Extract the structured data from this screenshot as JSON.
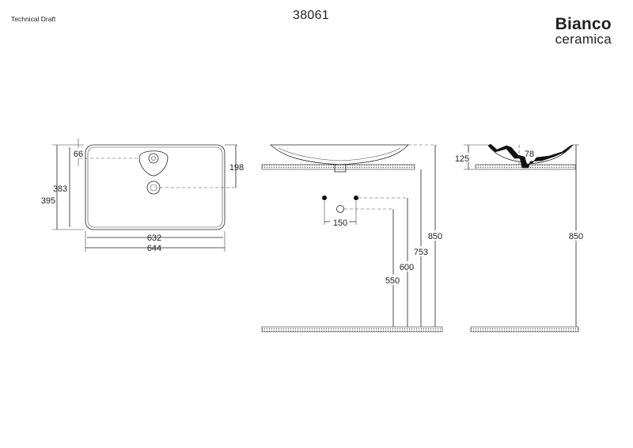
{
  "header": {
    "doc_label": "Technical Draft",
    "product_code": "38061",
    "brand_line1": "Bianco",
    "brand_line2": "ceramica"
  },
  "top_view": {
    "dim_total_depth": "395",
    "dim_inner_depth": "383",
    "dim_tap_hole_offset": "66",
    "dim_waste_offset": "198",
    "dim_inner_width": "632",
    "dim_total_width": "644"
  },
  "front_view": {
    "dim_fixing_spacing": "150",
    "dim_waste_height": "550",
    "dim_fixing_height": "600",
    "dim_counter_height": "753",
    "dim_total_height": "850"
  },
  "side_view": {
    "dim_basin_height": "125",
    "dim_bowl_depth": "78",
    "dim_total_height": "850"
  }
}
